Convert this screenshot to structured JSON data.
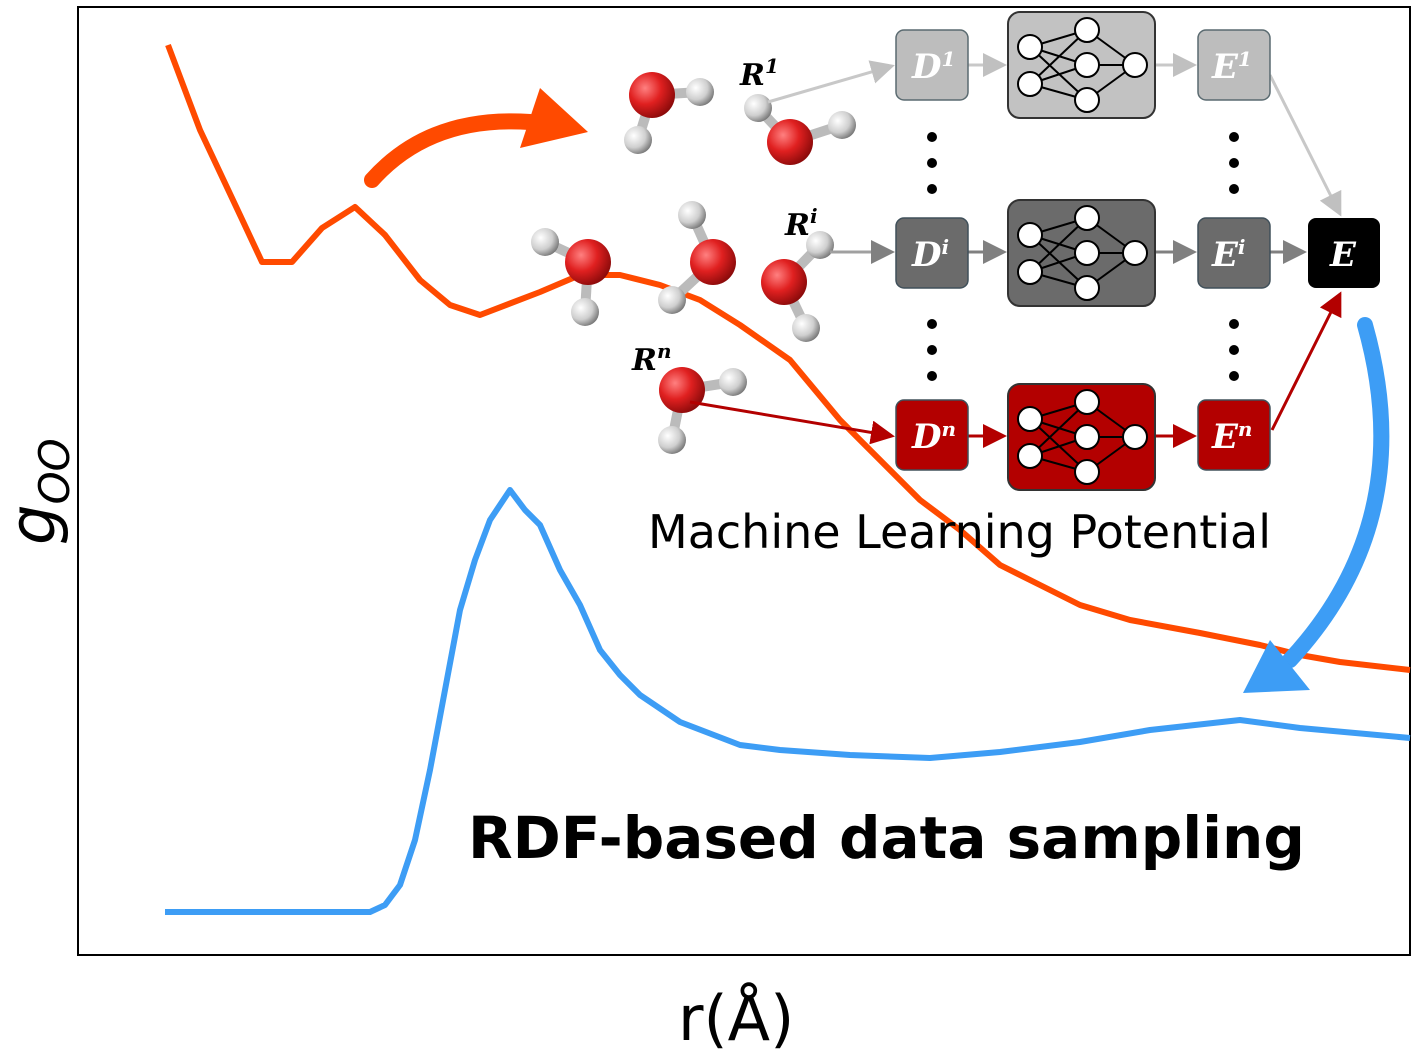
{
  "axes": {
    "ylabel": "g",
    "ylabel_sub": "OO",
    "xlabel": "r(Å)"
  },
  "captions": {
    "mlp": "Machine Learning Potential",
    "rdf": "RDF-based data sampling"
  },
  "network": {
    "inputs": [
      {
        "base": "R",
        "sup": "1"
      },
      {
        "base": "R",
        "sup": "i"
      },
      {
        "base": "R",
        "sup": "n"
      }
    ],
    "descriptors": [
      {
        "base": "D",
        "sup": "1"
      },
      {
        "base": "D",
        "sup": "i"
      },
      {
        "base": "D",
        "sup": "n"
      }
    ],
    "energies": [
      {
        "base": "E",
        "sup": "1"
      },
      {
        "base": "E",
        "sup": "i"
      },
      {
        "base": "E",
        "sup": "n"
      }
    ],
    "total": "E"
  },
  "colors": {
    "orange": "#ff4a00",
    "blue": "#3d9df5",
    "row1": "#bdbdbd",
    "row2": "#6b6b6b",
    "row3": "#b30000",
    "total": "#000000"
  }
}
